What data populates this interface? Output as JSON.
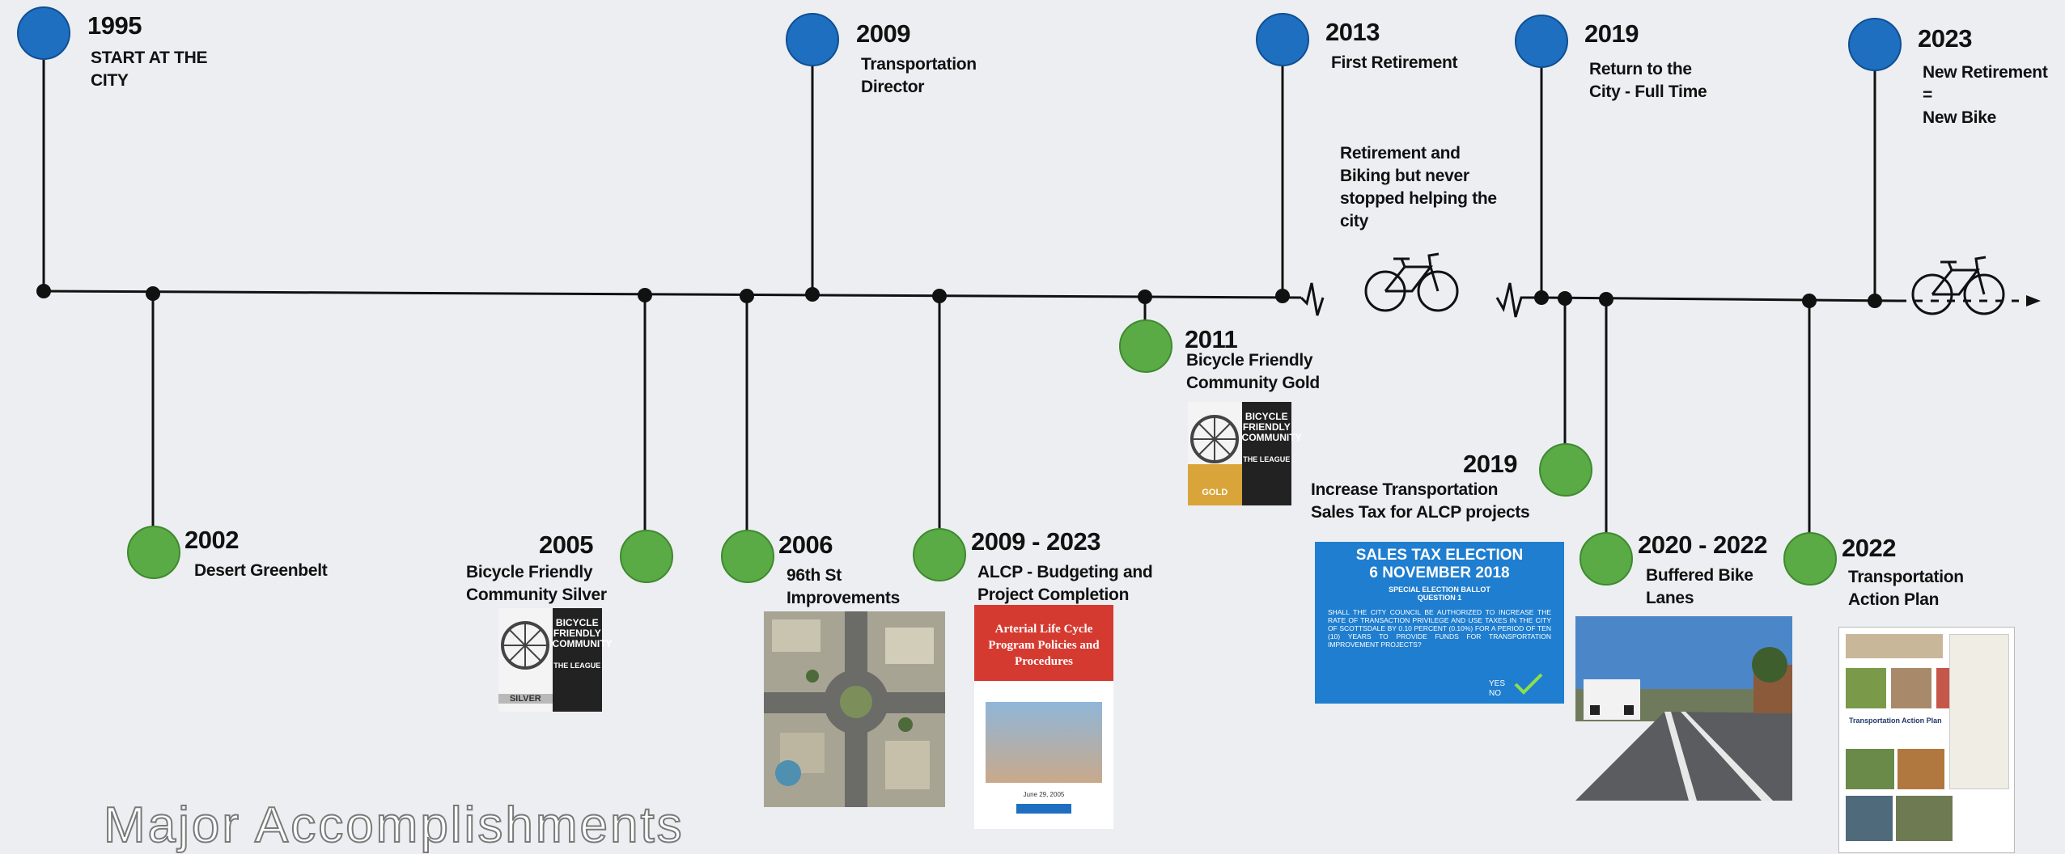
{
  "title": "Major Accomplishments",
  "milestones_top": [
    {
      "year": "1995",
      "text": "START AT THE\nCITY"
    },
    {
      "year": "2009",
      "text": "Transportation\nDirector"
    },
    {
      "year": "2013",
      "text": "First Retirement"
    },
    {
      "year": "2019",
      "text": "Return to the\nCity - Full Time"
    },
    {
      "year": "2023",
      "text": "New Retirement\n=\nNew Bike"
    }
  ],
  "milestones_bottom": [
    {
      "year": "2002",
      "text": "Desert Greenbelt"
    },
    {
      "year": "2005",
      "text": "Bicycle Friendly\nCommunity Silver"
    },
    {
      "year": "2006",
      "text": "96th St\nImprovements"
    },
    {
      "year": "2009 - 2023",
      "text": "ALCP - Budgeting and\nProject Completion"
    },
    {
      "year": "2011",
      "text": "Bicycle Friendly\nCommunity Gold"
    },
    {
      "year": "2019",
      "text": "Increase Transportation\nSales Tax for ALCP projects"
    },
    {
      "year": "2020 - 2022",
      "text": "Buffered Bike\nLanes"
    },
    {
      "year": "2022",
      "text": "Transportation\nAction Plan"
    }
  ],
  "retirement_note": "Retirement and\nBiking but never\nstopped helping the\ncity",
  "badges": {
    "heading": "BICYCLE\nFRIENDLY\nCOMMUNITY",
    "league": "THE LEAGUE",
    "silver": "SILVER",
    "gold": "GOLD"
  },
  "sales_tax": {
    "title": "SALES TAX ELECTION",
    "date": "6 NOVEMBER 2018",
    "subtitle": "SPECIAL ELECTION BALLOT",
    "question": "QUESTION 1",
    "body": "SHALL THE CITY COUNCIL BE AUTHORIZED TO INCREASE THE RATE OF TRANSACTION PRIVILEGE AND USE TAXES IN THE CITY OF SCOTTSDALE BY 0.10 PERCENT (0.10%) FOR A PERIOD OF TEN (10) YEARS TO PROVIDE FUNDS FOR TRANSPORTATION IMPROVEMENT PROJECTS?",
    "yes": "YES",
    "no": "NO"
  },
  "alcp_report": {
    "title": "Arterial Life Cycle Program Policies and Procedures",
    "date": "June 29, 2005"
  },
  "tap_doc": {
    "title": "Transportation Action Plan"
  },
  "colors": {
    "blue_dot": "#1f6fc0",
    "green_dot": "#5aab45",
    "background": "#eceef1"
  }
}
